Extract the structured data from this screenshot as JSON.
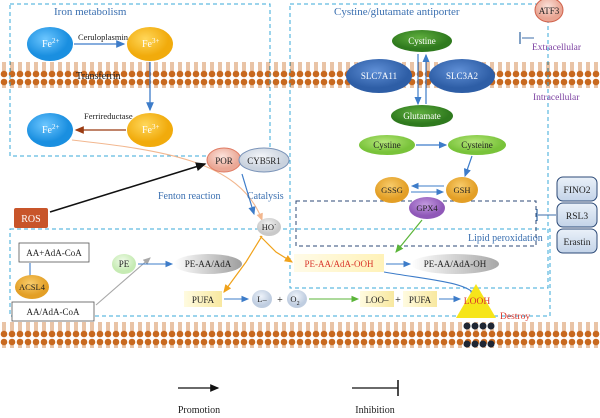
{
  "labels": {
    "iron_metabolism": "Iron metabolism",
    "fe2": "Fe",
    "fe3": "Fe",
    "sup2": "2+",
    "sup3": "3+",
    "ceruloplasmin": "Ceruloplasmin",
    "transferrin": "Transferrin",
    "ferrireductase": "Ferrireductase",
    "antiporter": "Cystine/glutamate antiporter",
    "cystine": "Cystine",
    "slc7a11": "SLC7A11",
    "slc3a2": "SLC3A2",
    "glutamate": "Glutamate",
    "cysteine": "Cysteine",
    "gssg": "GSSG",
    "gsh": "GSH",
    "gpx4": "GPX4",
    "atf3": "ATF3",
    "extracellular": "Extracellular",
    "intracellular": "Intracellular",
    "por": "POR",
    "cyb5r1": "CYB5R1",
    "fenton": "Fenton reaction",
    "catalysis": "Catalysis",
    "ho": "HO",
    "ros": "ROS",
    "fino2": "FINO2",
    "rsl3": "RSL3",
    "erastin": "Erastin",
    "lipid_peroxidation": "Lipid peroxidation",
    "aa_adacoa": "AA+AdA-CoA",
    "acsl4": "ACSL4",
    "aa_slash": "AA/AdA-CoA",
    "pe": "PE",
    "pe_aa": "PE-AA/AdA",
    "pe_ooh": "PE-AA/AdA-OOH",
    "pe_oh": "PE-AA/AdA-OH",
    "pufa": "PUFA",
    "l_rad": "L–",
    "plus": "+",
    "o2": "O",
    "o2_sub": "2",
    "loo": "LOO–",
    "plus_pufa": "+",
    "pufa2": "PUFA",
    "looh": "LOOH",
    "destroy": "Destroy",
    "promotion": "Promotion",
    "inhibition": "Inhibition"
  },
  "colors": {
    "box_dash": "#3aa8d8",
    "membrane": "#c8691f",
    "fe2": "#1e9be8",
    "fe3": "#f6b816",
    "slc": "#3b6db3",
    "green_dark": "#3f8f2a",
    "green_light": "#8fd14f",
    "gpx4": "#a874c8",
    "orange_gs": "#f1b33f",
    "ros": "#c8552a",
    "inhibitor": "#d7e3f2",
    "text_blue": "#3a6fb0",
    "text_red": "#d9352a",
    "text_purple": "#7b3fa0"
  }
}
